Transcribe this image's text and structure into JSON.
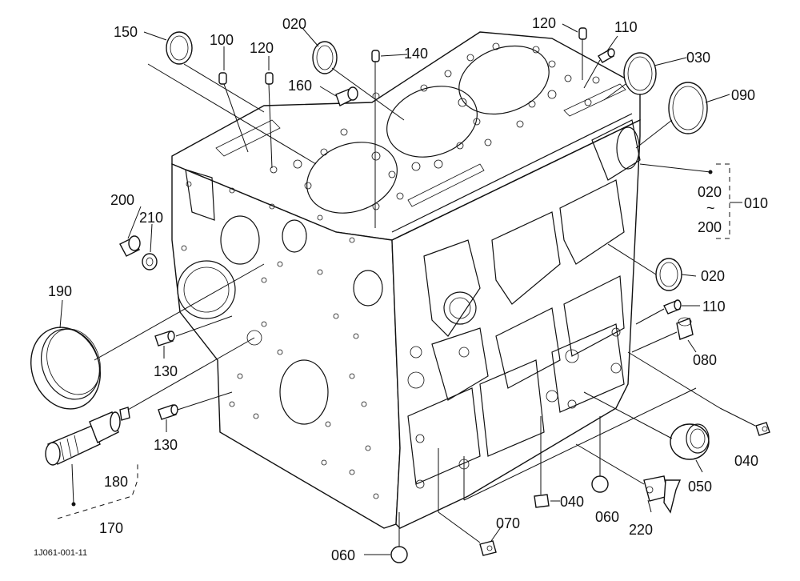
{
  "figure_code": "1J061-001-11",
  "callouts": {
    "c010": "010",
    "c020a": "020",
    "c020b": "020",
    "c020c": "020",
    "c030": "030",
    "c040a": "040",
    "c040b": "040",
    "c050": "050",
    "c060a": "060",
    "c060b": "060",
    "c070": "070",
    "c080": "080",
    "c090": "090",
    "c100": "100",
    "c110a": "110",
    "c110b": "110",
    "c120a": "120",
    "c120b": "120",
    "c130a": "130",
    "c130b": "130",
    "c140": "140",
    "c150": "150",
    "c160": "160",
    "c170": "170",
    "c180": "180",
    "c190": "190",
    "c200a": "200",
    "c200b": "200",
    "c210": "210",
    "c220": "220",
    "tilde": "~"
  }
}
